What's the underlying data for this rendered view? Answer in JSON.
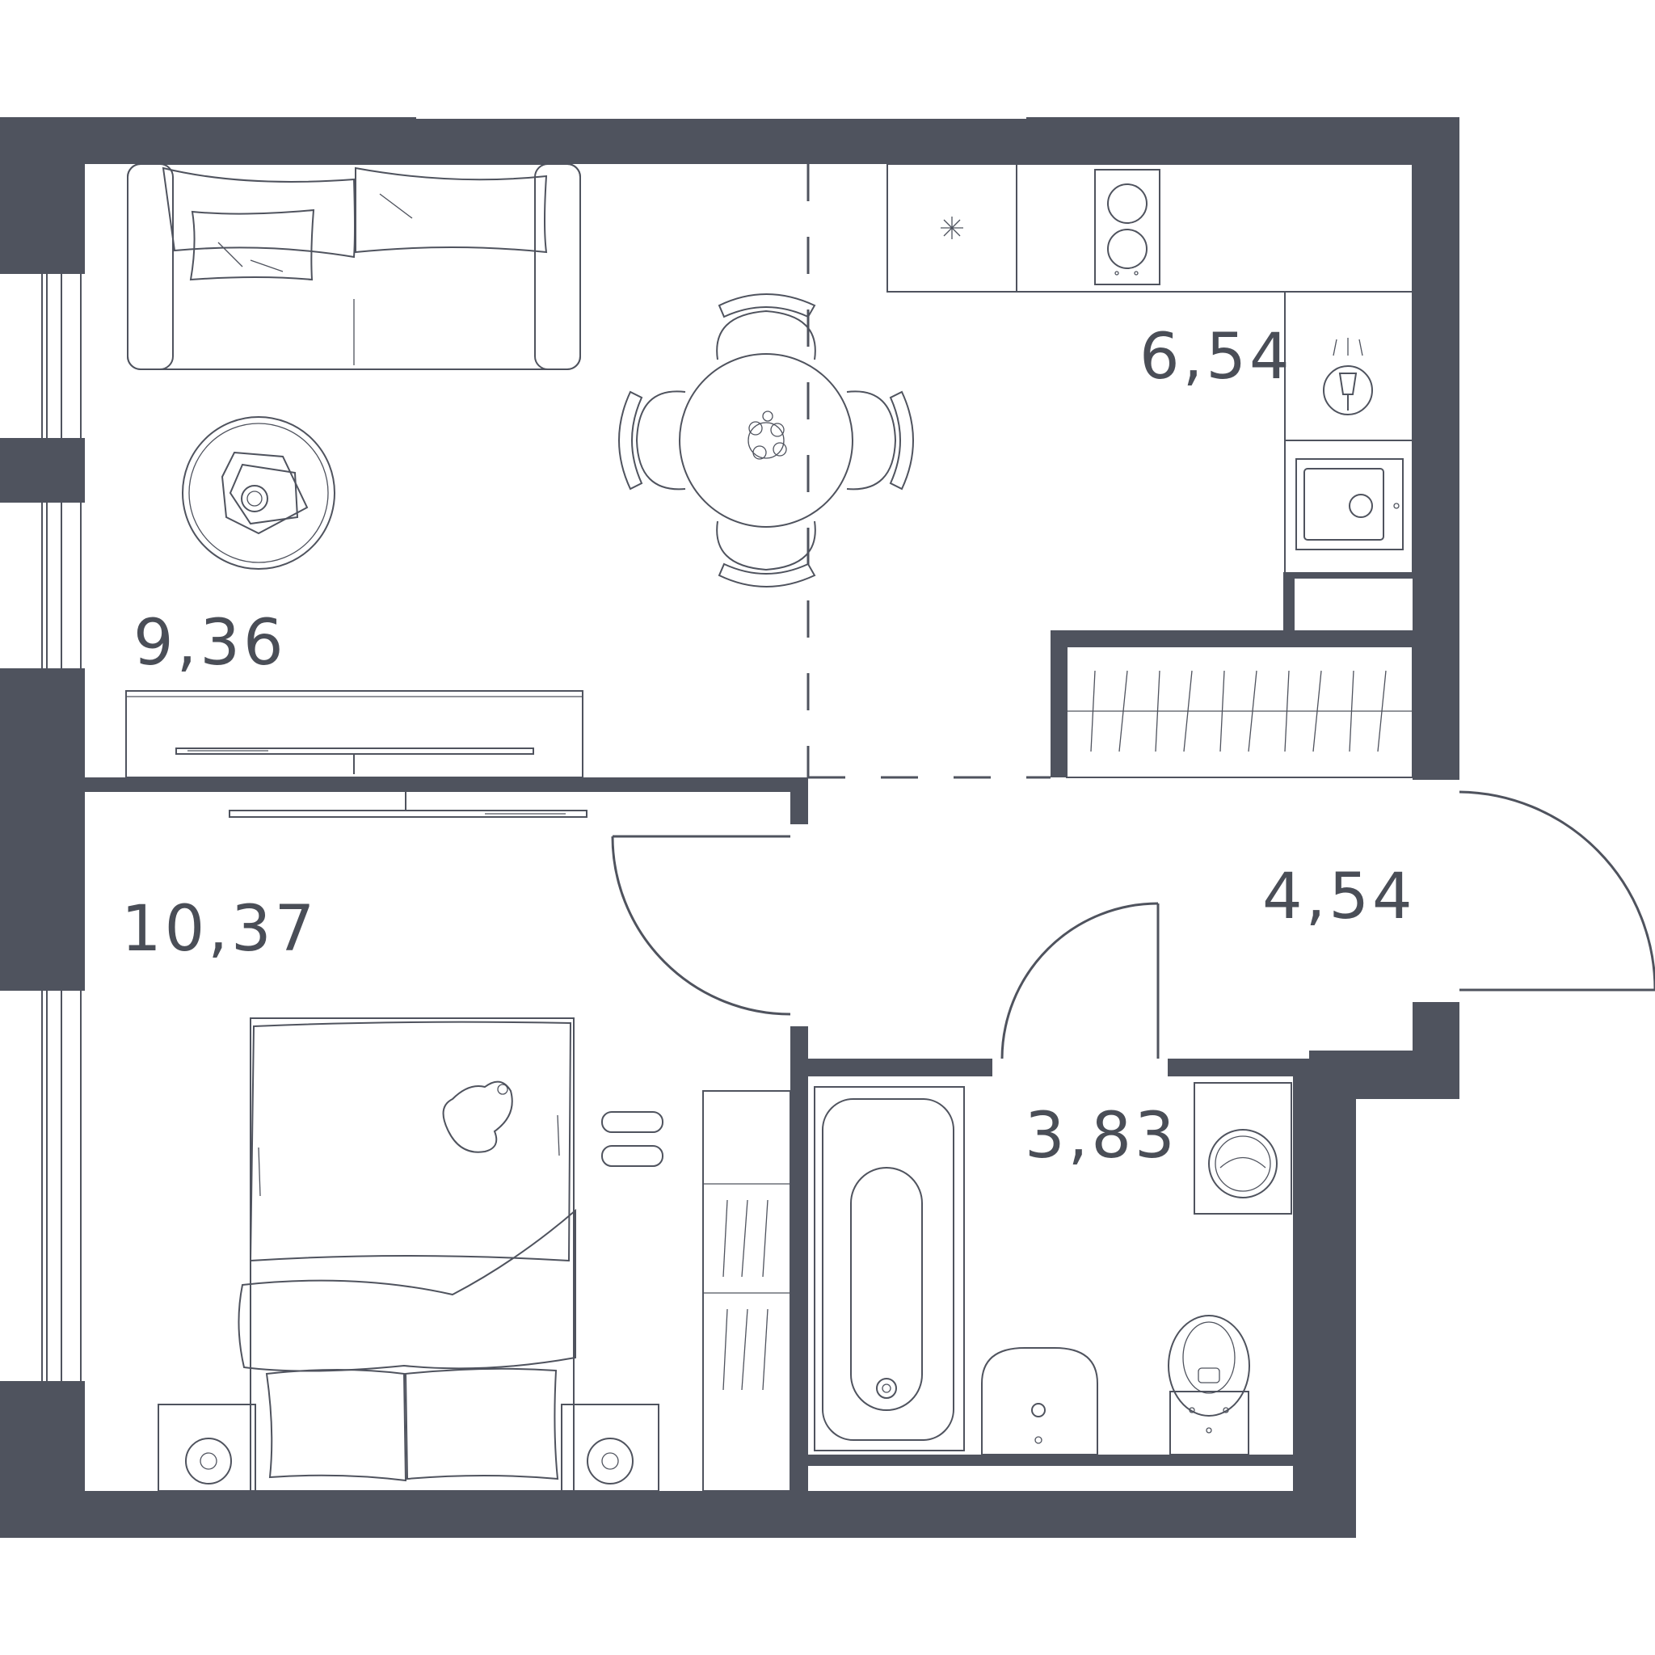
{
  "rooms": {
    "living": {
      "area": "9,36"
    },
    "kitchen": {
      "area": "6,54"
    },
    "bedroom": {
      "area": "10,37"
    },
    "hallway": {
      "area": "4,54"
    },
    "bathroom": {
      "area": "3,83"
    }
  },
  "colors": {
    "wall": "#4f535e",
    "line": "#4f535e",
    "background": "#ffffff"
  }
}
